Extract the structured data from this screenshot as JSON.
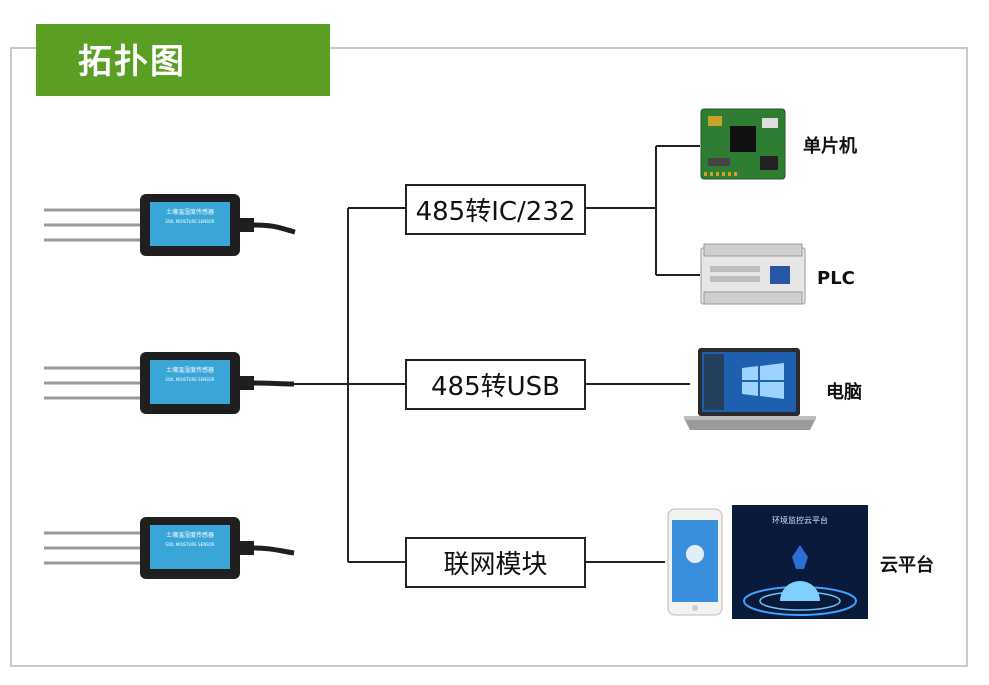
{
  "title": "拓扑图",
  "converters": [
    {
      "id": "c1",
      "label": "485转IC/232"
    },
    {
      "id": "c2",
      "label": "485转USB"
    },
    {
      "id": "c3",
      "label": "联网模块"
    }
  ],
  "device_labels": {
    "mcu": "单片机",
    "plc": "PLC",
    "pc": "电脑",
    "cloud": "云平台"
  },
  "sensor": {
    "name_cn": "土壤温湿度传感器",
    "name_en": "SOIL MOISTURE SENSOR"
  },
  "cloud_screen_title": "环境监控云平台",
  "colors": {
    "banner": "#5a9e23",
    "sensor_body": "#1f1f1f",
    "sensor_label": "#3aa6d8",
    "pcb": "#2e7d32"
  }
}
